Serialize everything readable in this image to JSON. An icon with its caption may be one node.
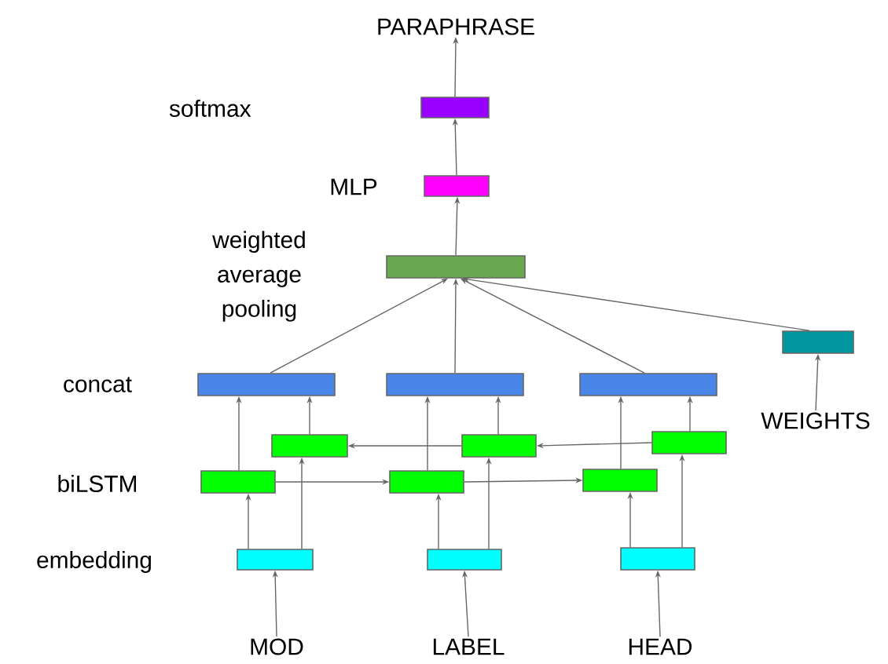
{
  "diagram": {
    "nodes": [
      {
        "text": [
          "PARAPHRASE"
        ]
      },
      {
        "text": [],
        "shape": "box"
      },
      {
        "text": [],
        "shape": "box"
      },
      {
        "text": [],
        "shape": "box"
      },
      {
        "text": [],
        "shape": "box"
      },
      {
        "text": [],
        "shape": "box"
      },
      {
        "text": [],
        "shape": "box"
      },
      {
        "text": [],
        "shape": "box"
      },
      {
        "text": [],
        "shape": "box"
      },
      {
        "text": [],
        "shape": "box"
      },
      {
        "text": [],
        "shape": "box"
      },
      {
        "text": [],
        "shape": "box"
      },
      {
        "text": [],
        "shape": "box"
      },
      {
        "text": [],
        "shape": "box"
      },
      {
        "text": [
          "WEIGHTS"
        ]
      },
      {
        "text": [],
        "shape": "box"
      },
      {
        "text": [],
        "shape": "box"
      },
      {
        "text": [],
        "shape": "box"
      },
      {
        "text": [
          "MOD"
        ]
      },
      {
        "text": [
          "LABEL"
        ]
      },
      {
        "text": [
          "HEAD"
        ]
      }
    ],
    "edges": [
      {
        "from": 1,
        "to": 0,
        "arrow": "to"
      },
      {
        "from": 2,
        "to": 1,
        "arrow": "to"
      },
      {
        "from": 3,
        "to": 2,
        "arrow": "to"
      },
      {
        "from": 5,
        "to": 3,
        "arrow": "to"
      },
      {
        "from": 6,
        "to": 3,
        "arrow": "to"
      },
      {
        "from": 7,
        "to": 3,
        "arrow": "to"
      },
      {
        "from": 4,
        "to": 3,
        "arrow": "to"
      },
      {
        "from": 14,
        "to": 4,
        "arrow": "to"
      },
      {
        "from": 11,
        "to": 5,
        "arrow": "to"
      },
      {
        "from": 8,
        "to": 5,
        "arrow": "to"
      },
      {
        "from": 12,
        "to": 6,
        "arrow": "to"
      },
      {
        "from": 9,
        "to": 6,
        "arrow": "to"
      },
      {
        "from": 13,
        "to": 7,
        "arrow": "to"
      },
      {
        "from": 10,
        "to": 7,
        "arrow": "to"
      },
      {
        "from": 11,
        "to": 12,
        "arrow": "to"
      },
      {
        "from": 12,
        "to": 13,
        "arrow": "to"
      },
      {
        "from": 10,
        "to": 9,
        "arrow": "to"
      },
      {
        "from": 9,
        "to": 8,
        "arrow": "to"
      },
      {
        "from": 15,
        "to": 11,
        "arrow": "to"
      },
      {
        "from": 15,
        "to": 8,
        "arrow": "to"
      },
      {
        "from": 16,
        "to": 12,
        "arrow": "to"
      },
      {
        "from": 16,
        "to": 9,
        "arrow": "to"
      },
      {
        "from": 17,
        "to": 13,
        "arrow": "to"
      },
      {
        "from": 17,
        "to": 10,
        "arrow": "to"
      },
      {
        "from": 18,
        "to": 15,
        "arrow": "to"
      },
      {
        "from": 19,
        "to": 16,
        "arrow": "to"
      },
      {
        "from": 20,
        "to": 17,
        "arrow": "to"
      }
    ],
    "labels": [
      "softmax",
      "MLP",
      "weighted average pooling",
      "concat",
      "biLSTM",
      "embedding"
    ]
  }
}
